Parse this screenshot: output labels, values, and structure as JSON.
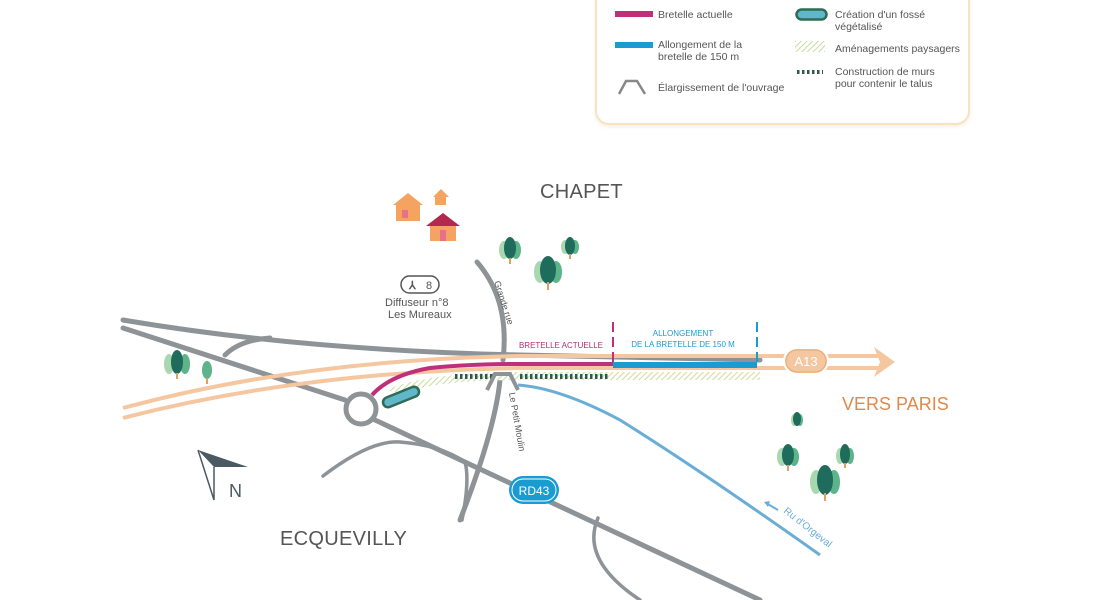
{
  "legend": {
    "items": [
      {
        "id": "bretelle-actuelle",
        "label": "Bretelle actuelle",
        "color": "#c0307a"
      },
      {
        "id": "allongement",
        "label": "Allongement de la\nbretelle de 150 m",
        "color": "#1a9cd0"
      },
      {
        "id": "elargissement",
        "label": "Élargissement de l'ouvrage",
        "color": "#888888"
      },
      {
        "id": "fosse",
        "label": "Création d'un fossé\nvégétalisé",
        "color": "#5fb7c9",
        "border": "#2f6b55"
      },
      {
        "id": "amenagements",
        "label": "Aménagements paysagers",
        "color": "#c7dd9c"
      },
      {
        "id": "murs",
        "label": "Construction de murs\npour contenir le talus",
        "color": "#2f5a4b"
      }
    ]
  },
  "map": {
    "towns": {
      "chapet": "CHAPET",
      "ecquevilly": "ECQUEVILLY"
    },
    "interchange": {
      "badge": "8",
      "name": "Diffuseur n°8",
      "place": "Les Mureaux"
    },
    "roads": {
      "a13": "A13",
      "rd43": "RD43",
      "grande_rue": "Grande rue",
      "petit_moulin": "Le Petit Moulin"
    },
    "river": "Ru d'Orgeval",
    "direction": "VERS PARIS",
    "segment_labels": {
      "bretelle": "BRETELLE ACTUELLE",
      "allongement_1": "ALLONGEMENT",
      "allongement_2": "DE LA BRETELLE DE 150 M"
    },
    "north": "N",
    "colors": {
      "motorway": "#f5c7a0",
      "road": "#8e9397",
      "bretelle": "#c0307a",
      "allongement": "#1a9cd0",
      "river": "#6aaed6",
      "text": "#555555",
      "accent": "#e0894a"
    }
  }
}
